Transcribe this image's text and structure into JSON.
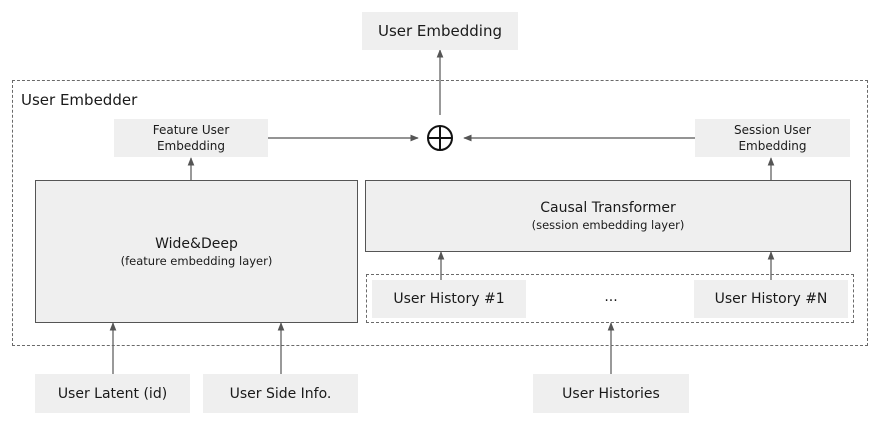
{
  "title_node": {
    "label": "User Embedding"
  },
  "container": {
    "label": "User Embedder"
  },
  "feature_embedding": {
    "line1": "Feature User",
    "line2": "Embedding"
  },
  "session_embedding": {
    "line1": "Session User",
    "line2": "Embedding"
  },
  "combine": {
    "symbol": "⊕"
  },
  "wide_deep": {
    "title": "Wide&Deep",
    "subtitle": "(feature embedding layer)"
  },
  "causal": {
    "title": "Causal Transformer",
    "subtitle": "(session embedding layer)"
  },
  "histories_group": {
    "first": "User History #1",
    "ellipsis": "...",
    "last": "User History #N"
  },
  "inputs": {
    "latent": "User Latent (id)",
    "side": "User Side Info.",
    "histories": "User Histories"
  },
  "colors": {
    "node_fill": "#efefef",
    "line": "#555555",
    "dash": "#6a6a6a"
  }
}
